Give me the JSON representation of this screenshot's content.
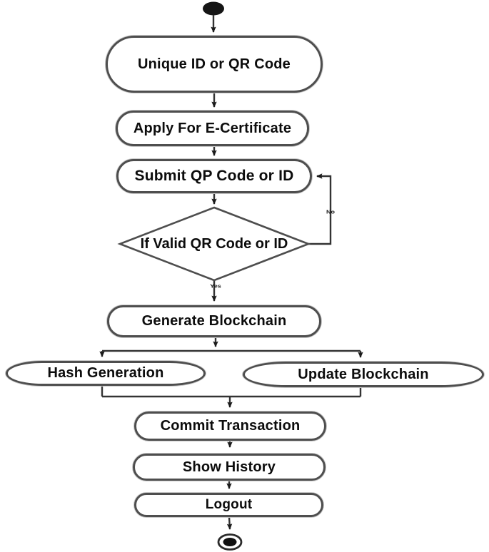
{
  "diagram": {
    "nodes": {
      "unique": "Unique ID or QR Code",
      "apply": "Apply For E-Certificate",
      "submit": "Submit QP Code or ID",
      "decision": "If Valid QR Code or ID",
      "generate": "Generate Blockchain",
      "hash": "Hash Generation",
      "update": "Update Blockchain",
      "commit": "Commit Transaction",
      "show": "Show History",
      "logout": "Logout"
    },
    "edge_labels": {
      "no": "No",
      "yes": "Yes"
    },
    "colors": {
      "background": "#ffffff",
      "node_fill": "#ffffff",
      "node_border": "#4e4e4e",
      "line": "#333333",
      "arrowhead": "#1a1a1a",
      "text": "#0c0c0c",
      "terminal_fill": "#151515"
    }
  }
}
